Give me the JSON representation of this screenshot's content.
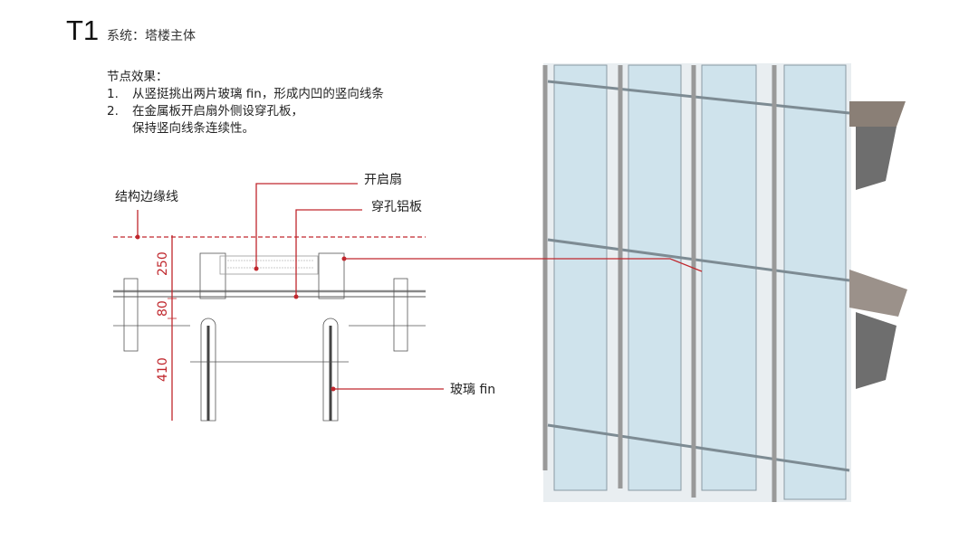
{
  "header": {
    "code": "T1",
    "subtitle": "系统：塔楼主体"
  },
  "notes": {
    "heading": "节点效果：",
    "items": [
      {
        "num": "1.",
        "lines": [
          "从竖挺挑出两片玻璃 fin，形成内凹的竖向线条"
        ]
      },
      {
        "num": "2.",
        "lines": [
          "在金属板开启扇外侧设穿孔板，",
          "保持竖向线条连续性。"
        ]
      }
    ]
  },
  "drawing": {
    "callouts": {
      "edge": "结构边缘线",
      "vent": "开启扇",
      "panel": "穿孔铝板",
      "fin": "玻璃 fin"
    },
    "dimensions": [
      "250",
      "80",
      "410"
    ],
    "accent_color": "#c0272d"
  }
}
